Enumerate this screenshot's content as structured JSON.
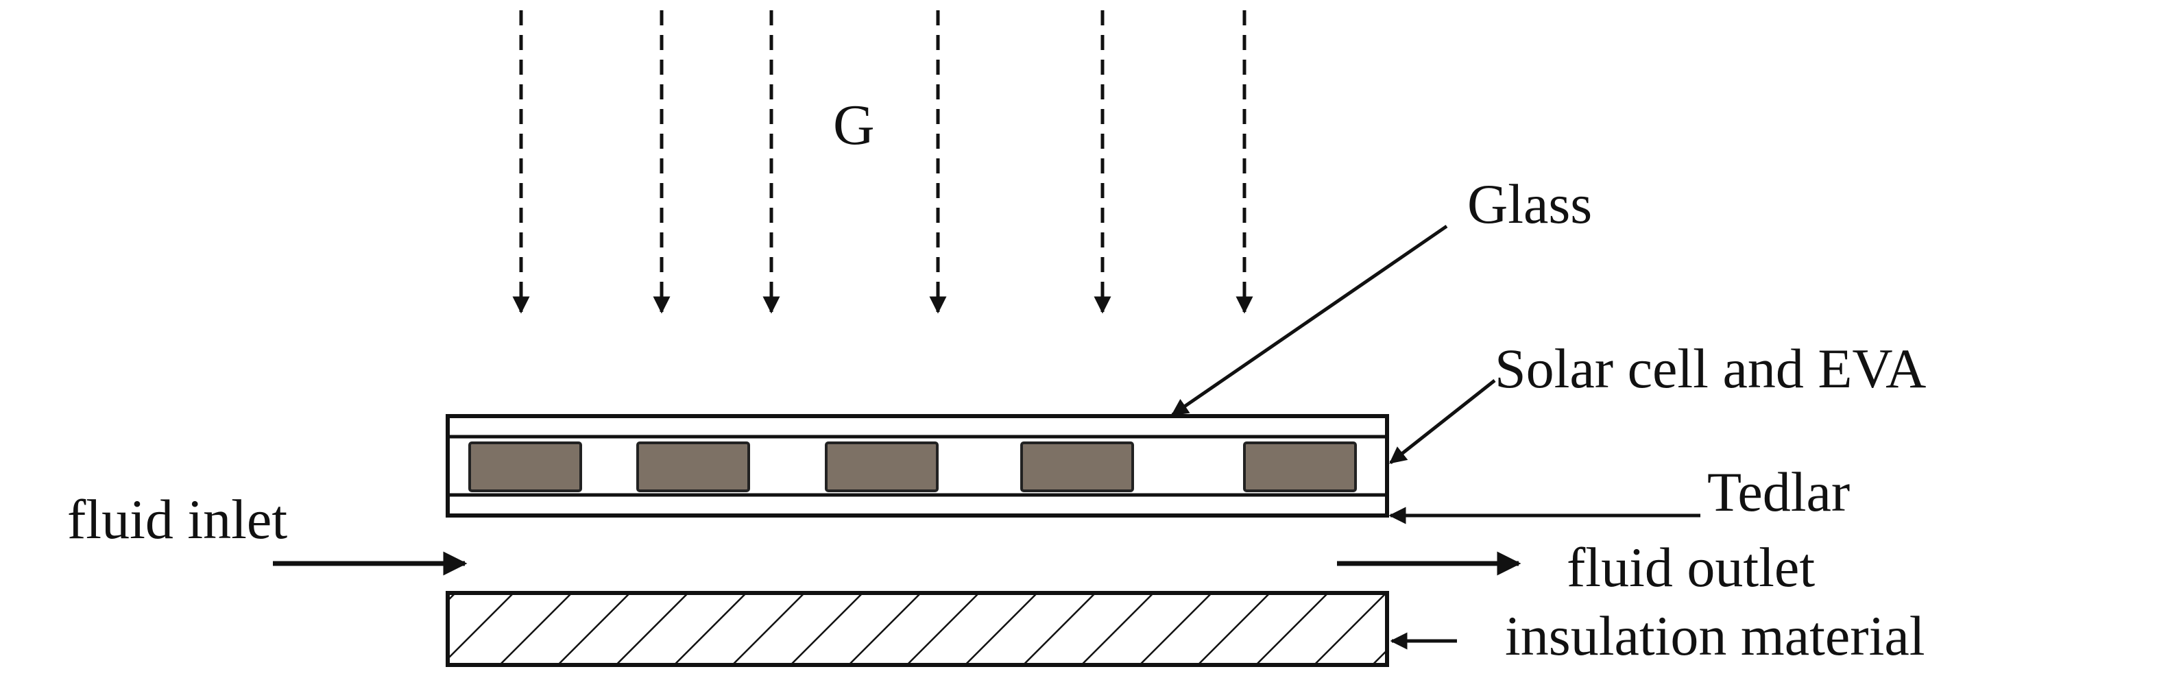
{
  "labels": {
    "irradiance": "G",
    "glass": "Glass",
    "solar_cell_eva": "Solar cell and EVA",
    "tedlar": "Tedlar",
    "fluid_inlet": "fluid inlet",
    "fluid_outlet": "fluid outlet",
    "insulation": "insulation material"
  },
  "colors": {
    "line": "#111111",
    "solar_cell": "#7d7165",
    "background": "#ffffff"
  },
  "counts": {
    "irradiance_arrows": 6,
    "solar_cells": 5
  }
}
